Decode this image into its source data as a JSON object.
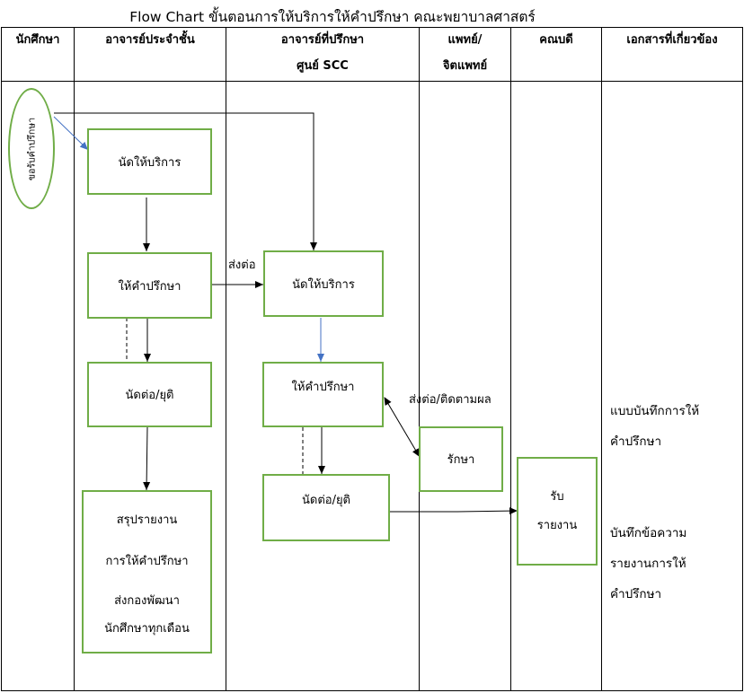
{
  "title": "Flow Chart ขั้นตอนการให้บริการให้คำปรึกษา คณะพยาบาลศาสตร์",
  "columns": [
    {
      "name": "นักศึกษา"
    },
    {
      "name": "อาจารย์ประจำชั้น"
    },
    {
      "name": "อาจารย์ที่ปรึกษา",
      "name2": "ศูนย์ SCC"
    },
    {
      "name": "แพทย์/",
      "name2": "จิตแพทย์"
    },
    {
      "name": "คณบดี"
    },
    {
      "name": "เอกสารที่เกี่ยวข้อง"
    }
  ],
  "nodes": {
    "start": "ขอรับคำปรึกษา",
    "advisor_appointment": "นัดให้บริการ",
    "advisor_counsel": "ให้คำปรึกษา",
    "advisor_followup": "นัดต่อ/ยุติ",
    "advisor_report": [
      "สรุปรายงาน",
      "การให้คำปรึกษา",
      "ส่งกองพัฒนา",
      "นักศึกษาทุกเดือน"
    ],
    "scc_appointment": "นัดให้บริการ",
    "scc_counsel": "ให้คำปรึกษา",
    "scc_followup": "นัดต่อ/ยุติ",
    "doctor_treat": "รักษา",
    "dean_receive": [
      "รับ",
      "รายงาน"
    ]
  },
  "edge_labels": {
    "refer": "ส่งต่อ",
    "refer_follow": "ส่งต่อ/ติดตามผล"
  },
  "documents": {
    "doc1": [
      "แบบบันทึกการให้",
      "คำปรึกษา"
    ],
    "doc2": [
      "บันทึกข้อความ",
      "รายงานการให้",
      "คำปรึกษา"
    ]
  },
  "colors": {
    "box_border": "#70ad47",
    "arrow": "#000000",
    "accent_arrow": "#4472c4",
    "grid": "#000000"
  }
}
